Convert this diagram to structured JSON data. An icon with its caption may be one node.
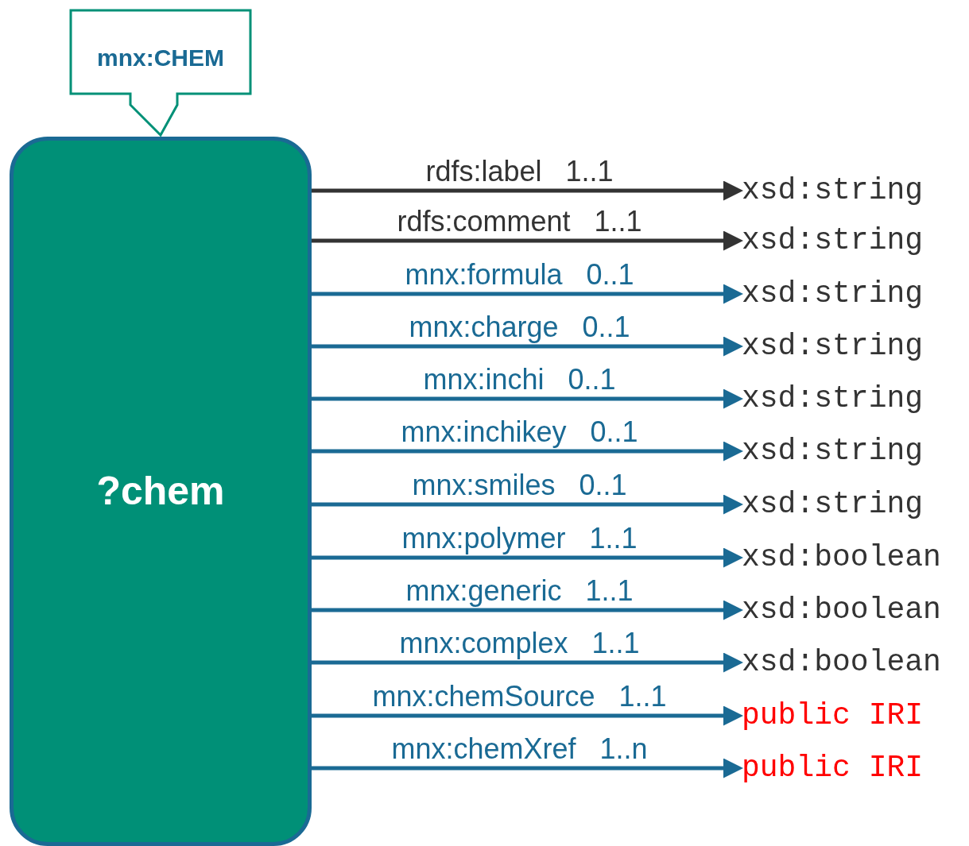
{
  "diagram": {
    "nodes": [
      {
        "text": [
          "mnx:CHEM"
        ]
      },
      {
        "text": [
          "?chem"
        ]
      },
      {
        "text": [
          "xsd:string"
        ]
      },
      {
        "text": [
          "xsd:string"
        ]
      },
      {
        "text": [
          "xsd:string"
        ]
      },
      {
        "text": [
          "xsd:string"
        ]
      },
      {
        "text": [
          "xsd:string"
        ]
      },
      {
        "text": [
          "xsd:string"
        ]
      },
      {
        "text": [
          "xsd:string"
        ]
      },
      {
        "text": [
          "xsd:boolean"
        ]
      },
      {
        "text": [
          "xsd:boolean"
        ]
      },
      {
        "text": [
          "xsd:boolean"
        ]
      },
      {
        "text": [
          "public IRI"
        ]
      },
      {
        "text": [
          "public IRI"
        ]
      }
    ],
    "edges": [
      {
        "from": 1,
        "to": 2,
        "arrow": "to",
        "label": "rdfs:label   1..1",
        "color": "#333333"
      },
      {
        "from": 1,
        "to": 3,
        "arrow": "to",
        "label": "rdfs:comment   1..1",
        "color": "#333333"
      },
      {
        "from": 1,
        "to": 4,
        "arrow": "to",
        "label": "mnx:formula   0..1"
      },
      {
        "from": 1,
        "to": 5,
        "arrow": "to",
        "label": "mnx:charge   0..1"
      },
      {
        "from": 1,
        "to": 6,
        "arrow": "to",
        "label": "mnx:inchi   0..1"
      },
      {
        "from": 1,
        "to": 7,
        "arrow": "to",
        "label": "mnx:inchikey   0..1"
      },
      {
        "from": 1,
        "to": 8,
        "arrow": "to",
        "label": "mnx:smiles   0..1"
      },
      {
        "from": 1,
        "to": 9,
        "arrow": "to",
        "label": "mnx:polymer   1..1"
      },
      {
        "from": 1,
        "to": 10,
        "arrow": "to",
        "label": "mnx:generic   1..1"
      },
      {
        "from": 1,
        "to": 11,
        "arrow": "to",
        "label": "mnx:complex   1..1"
      },
      {
        "from": 1,
        "to": 12,
        "arrow": "to",
        "label": "mnx:chemSource   1..1"
      },
      {
        "from": 1,
        "to": 13,
        "arrow": "to",
        "label": "mnx:chemXref   1..n"
      }
    ]
  }
}
